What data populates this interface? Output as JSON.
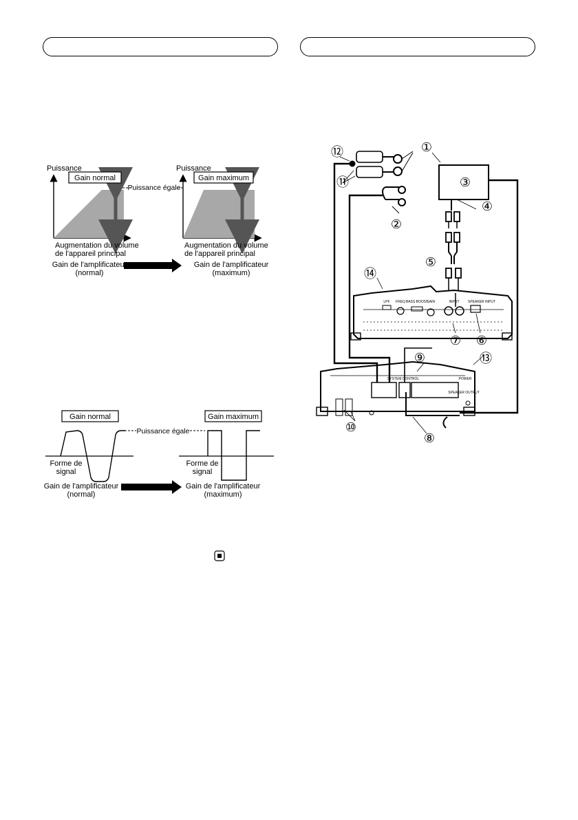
{
  "headers": {
    "left_label": "",
    "right_label": ""
  },
  "power_chart": {
    "y_label": "Puissance",
    "left_box": "Gain normal",
    "right_box": "Gain maximum",
    "equal_label": "Puissance égale",
    "x_label_line1": "Augmentation du volume",
    "x_label_line2": "de l'appareil principal",
    "gain_line1": "Gain de l'amplificateur",
    "gain_left_line2": "(normal)",
    "gain_right_line2": "(maximum)"
  },
  "signal_chart": {
    "left_box": "Gain normal",
    "right_box": "Gain maximum",
    "equal_label": "Puissance égale",
    "signal_line1": "Forme de",
    "signal_line2": "signal",
    "gain_line1": "Gain de l'amplificateur",
    "gain_left_line2": "(normal)",
    "gain_right_line2": "(maximum)"
  },
  "wiring": {
    "callouts": [
      "①",
      "②",
      "③",
      "④",
      "⑤",
      "⑥",
      "⑦",
      "⑧",
      "⑨",
      "⑩",
      "⑪",
      "⑫",
      "⑬",
      "⑭"
    ],
    "amp_labels": {
      "lpf": "LPF",
      "freq": "FREQ",
      "bass_boost": "BASS BOOST",
      "gain": "GAIN",
      "input": "INPUT",
      "speaker_input": "SPEAKER INPUT",
      "system_control": "SYSTEM CONTROL",
      "power": "POWER",
      "speaker_output": "SPEAKER OUTPUT"
    }
  },
  "end_mark": "■"
}
